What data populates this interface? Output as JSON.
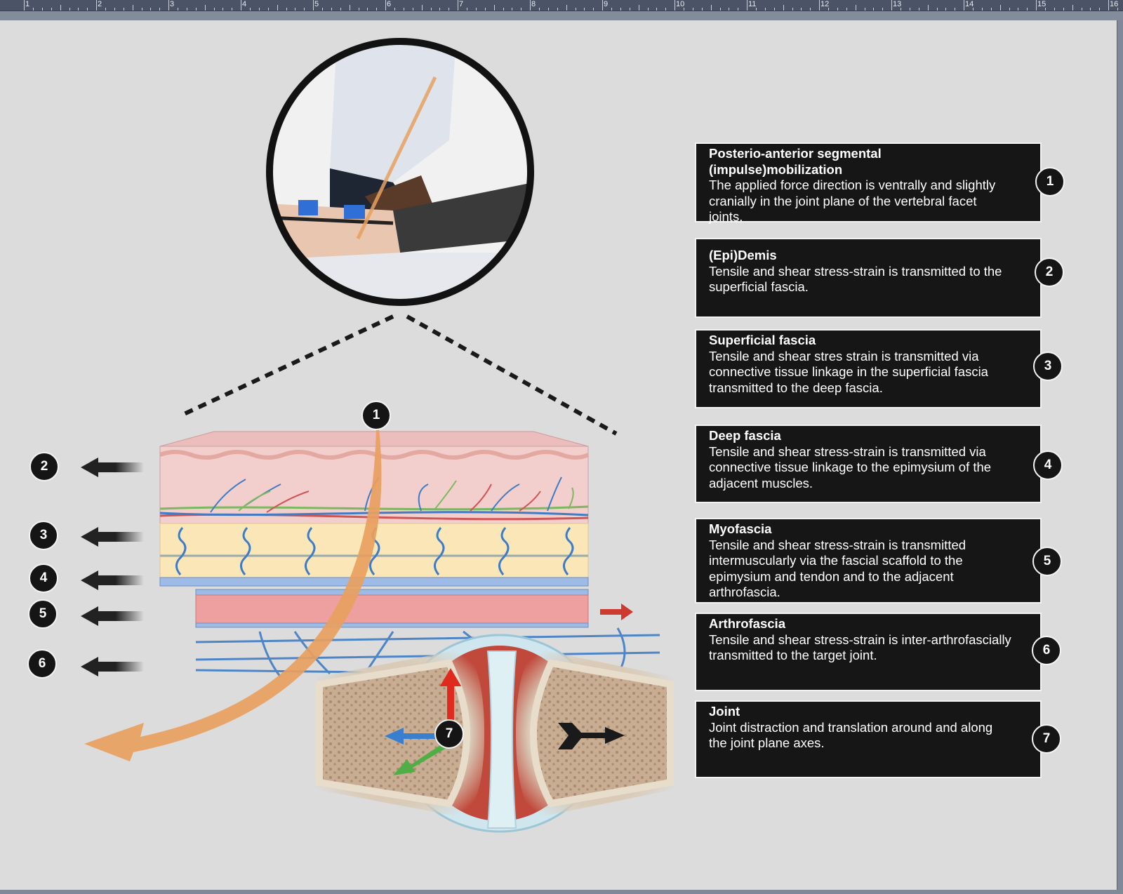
{
  "ruler": {
    "marks": [
      "1",
      "2",
      "3",
      "4",
      "5",
      "6",
      "7",
      "8",
      "9",
      "10",
      "11",
      "12",
      "13",
      "14",
      "15",
      "16"
    ]
  },
  "diagram": {
    "markers": {
      "force": "1",
      "epidermis": "2",
      "superficial_fascia": "3",
      "deep_fascia": "4",
      "myofascia": "5",
      "arthrofascia": "6",
      "joint": "7"
    },
    "colors": {
      "force_arrow": "#e8a060",
      "skin": "#f0c9c6",
      "fat": "#fbe6b8",
      "fascia": "#8fb3e0",
      "muscle": "#ef9a9a",
      "bone": "#bfa58a",
      "box_bg": "#161616"
    }
  },
  "legend": [
    {
      "num": "1",
      "title": "Posterio-anterior segmental (impulse)mobilization",
      "text": "The applied force direction is ventrally and slightly cranially in the joint plane of the vertebral facet joints."
    },
    {
      "num": "2",
      "title": "(Epi)Demis",
      "text": "Tensile and shear stress-strain is transmitted to the superficial fascia."
    },
    {
      "num": "3",
      "title": "Superficial fascia",
      "text": "Tensile and shear stres strain is transmitted via connective tissue linkage in the superficial fascia transmitted to the deep fascia."
    },
    {
      "num": "4",
      "title": "Deep fascia",
      "text": "Tensile and shear stress-strain is transmitted via connective tissue linkage to the epimysium of the adjacent muscles."
    },
    {
      "num": "5",
      "title": "Myofascia",
      "text": "Tensile and shear stress-strain is transmitted intermuscularly via the fascial scaffold to the epimysium and tendon and to the adjacent arthrofascia."
    },
    {
      "num": "6",
      "title": "Arthrofascia",
      "text": "Tensile and shear stress-strain is inter-arthrofascially transmitted to the target joint."
    },
    {
      "num": "7",
      "title": "Joint",
      "text": "Joint distraction and translation around and along the joint plane axes."
    }
  ]
}
